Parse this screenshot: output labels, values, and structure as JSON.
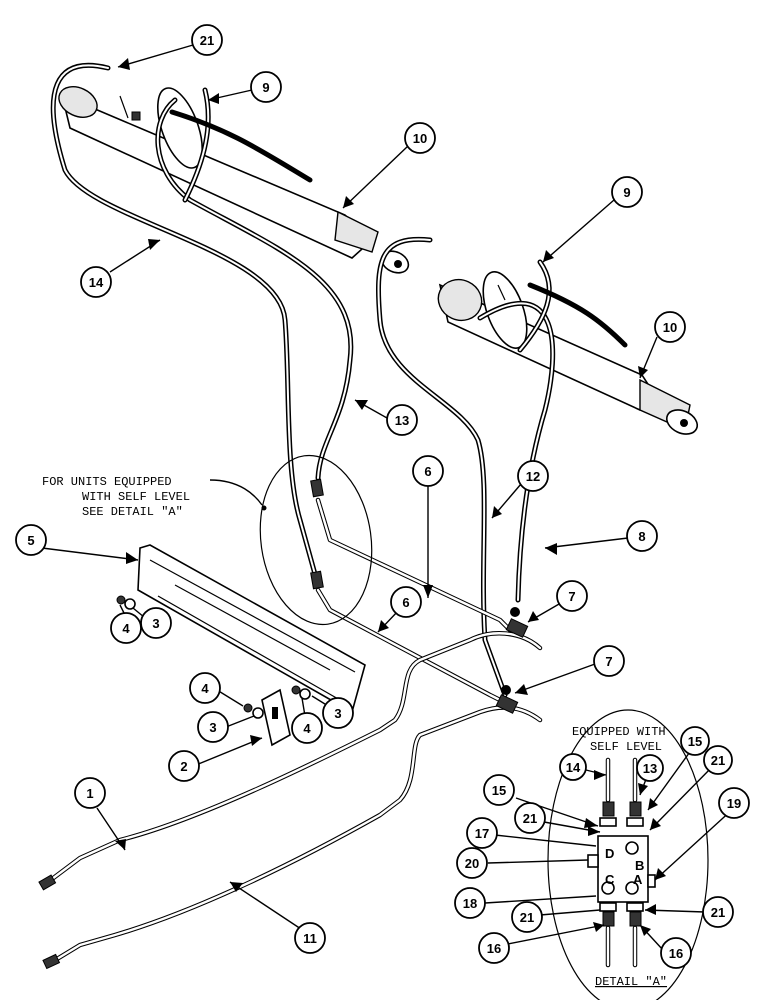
{
  "note": {
    "line1": "FOR UNITS EQUIPPED",
    "line2": "WITH SELF LEVEL",
    "line3": "SEE DETAIL \"A\""
  },
  "detail": {
    "heading1": "EQUIPPED WITH",
    "heading2": "SELF LEVEL",
    "caption": "DETAIL \"A\"",
    "ports": {
      "a": "A",
      "b": "B",
      "c": "C",
      "d": "D"
    }
  },
  "callouts": {
    "c21_top": "21",
    "c9_left": "9",
    "c10_left": "10",
    "c9_right": "9",
    "c14": "14",
    "c10_right": "10",
    "c13": "13",
    "c6_upper": "6",
    "c12": "12",
    "c5": "5",
    "c8": "8",
    "c7_upper": "7",
    "c4_left": "4",
    "c3_left": "3",
    "c6_lower": "6",
    "c7_lower": "7",
    "c4_mid": "4",
    "c3_mid": "3",
    "c4_mid2": "4",
    "c3_right": "3",
    "c2": "2",
    "c1": "1",
    "c11": "11",
    "d14": "14",
    "d13": "13",
    "d15_right": "15",
    "d21_topright": "21",
    "d15_left": "15",
    "d21_left": "21",
    "d17": "17",
    "d19": "19",
    "d20": "20",
    "d18": "18",
    "d21_lowleft": "21",
    "d21_lowright": "21",
    "d16_left": "16",
    "d16_right": "16"
  }
}
